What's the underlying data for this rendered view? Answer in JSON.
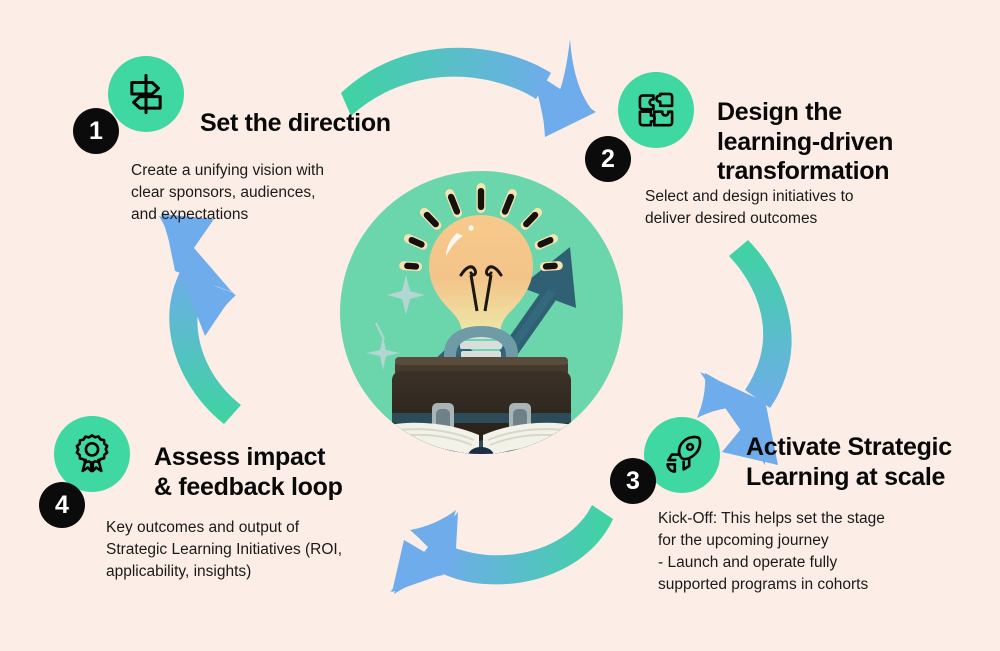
{
  "colors": {
    "background": "#FCEEE6",
    "icon_circle_green": "#3FD7A2",
    "badge_black": "#0B0B0B",
    "badge_text": "#FFFFFF",
    "arrow_green": "#3ED4A0",
    "arrow_blue": "#6FACEB",
    "center_circle_green": "#6BD6AC",
    "title_text": "#090909",
    "body_text": "#1A1A1A"
  },
  "steps": [
    {
      "number": "1",
      "icon": "signpost-icon",
      "title": "Set the direction",
      "description": "Create a unifying vision with\nclear sponsors, audiences,\nand expectations"
    },
    {
      "number": "2",
      "icon": "puzzle-pieces-icon",
      "title": "Design the\nlearning-driven\ntransformation",
      "description": "Select and design initiatives to\ndeliver desired outcomes"
    },
    {
      "number": "3",
      "icon": "rocket-icon",
      "title": "Activate Strategic\nLearning at scale",
      "description": "Kick-Off: This helps set the stage\nfor the upcoming journey\n- Launch and operate fully\nsupported programs in cohorts"
    },
    {
      "number": "4",
      "icon": "award-rosette-icon",
      "title": "Assess impact\n& feedback loop",
      "description": "Key outcomes and output of\nStrategic Learning Initiatives (ROI,\napplicability, insights)"
    }
  ],
  "center": {
    "illustration": "lightbulb-briefcase-book-arrow-illustration"
  },
  "arrows": [
    {
      "name": "arrow-step1-to-step2",
      "direction": "top-curve-right"
    },
    {
      "name": "arrow-step2-to-step3",
      "direction": "right-curve-down"
    },
    {
      "name": "arrow-step3-to-step4",
      "direction": "bottom-curve-left"
    },
    {
      "name": "arrow-step4-to-step1",
      "direction": "left-curve-up"
    }
  ]
}
